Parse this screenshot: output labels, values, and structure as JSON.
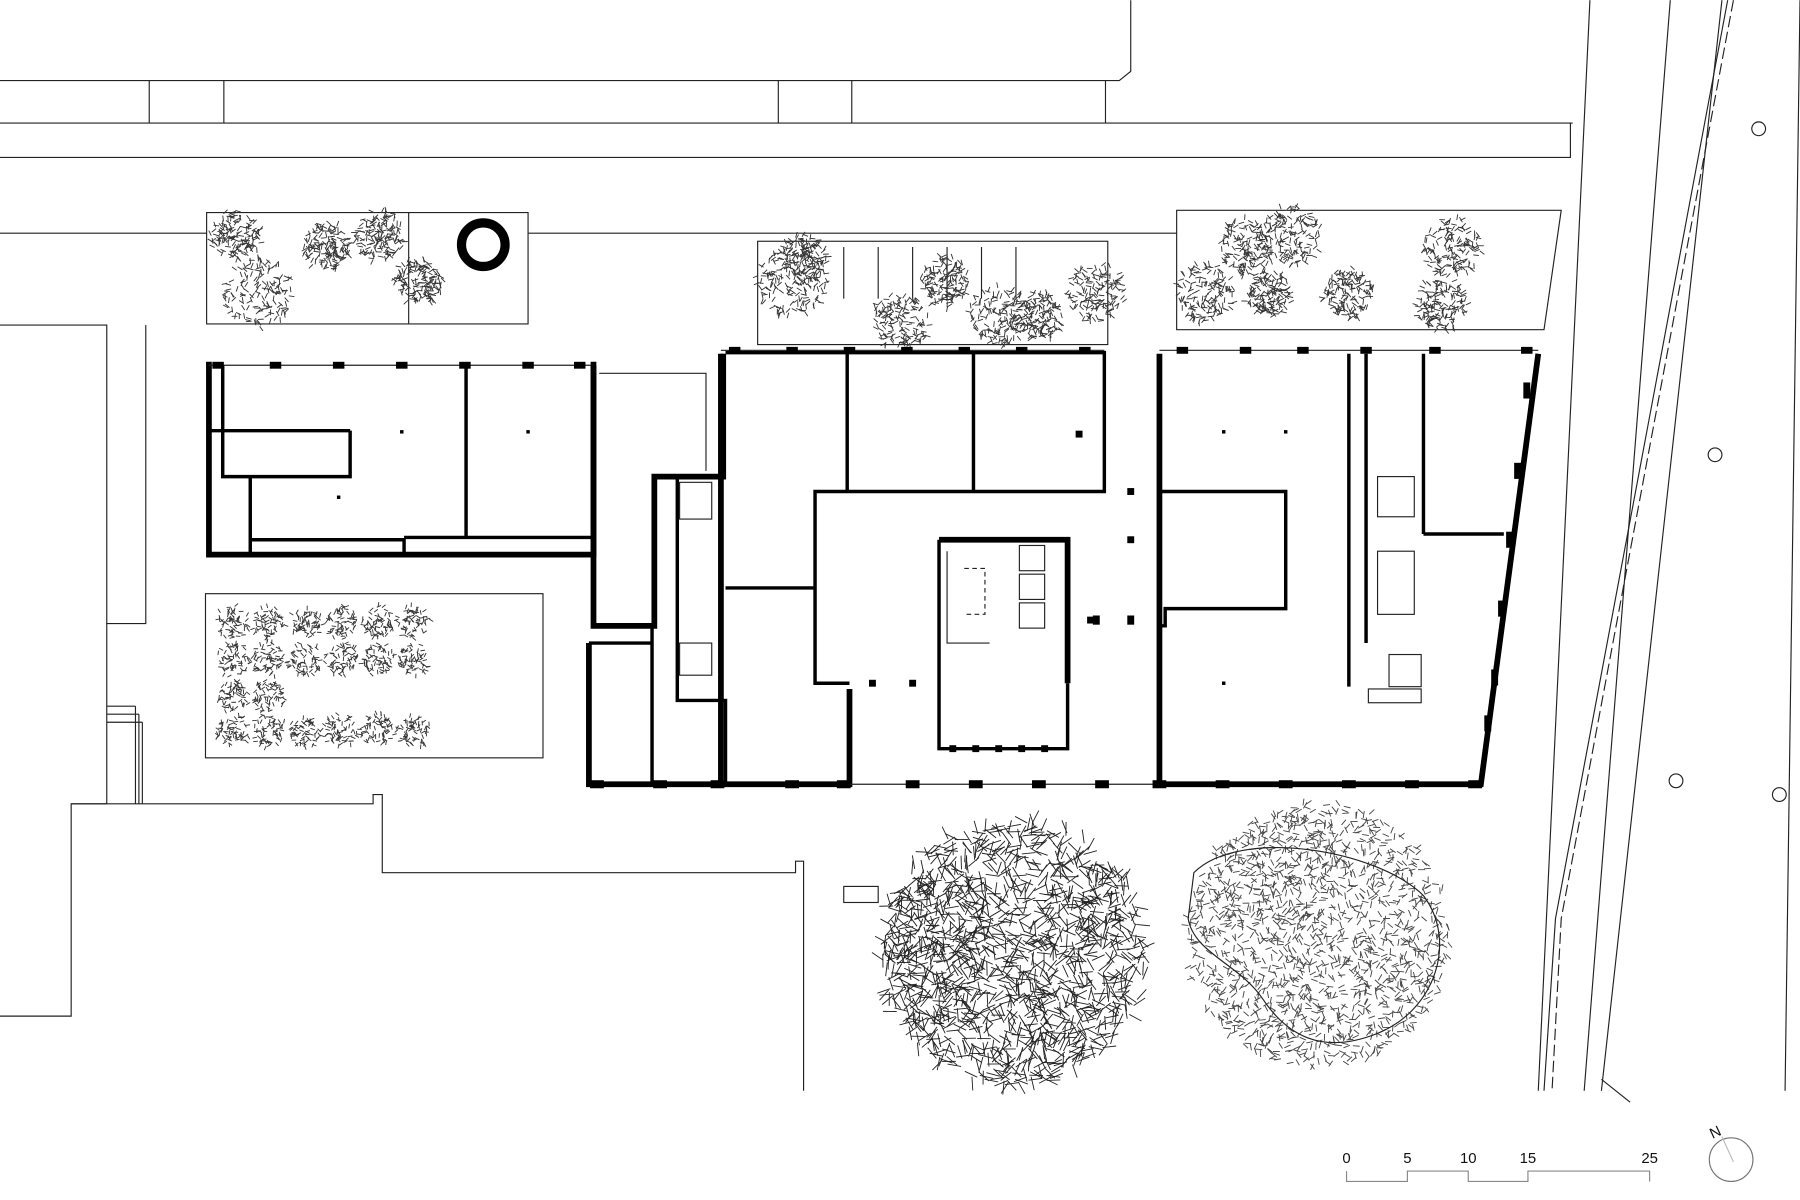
{
  "plan": {
    "scale_bar": {
      "labels": [
        "0",
        "5",
        "10",
        "15",
        "25"
      ],
      "values_m": [
        0,
        5,
        10,
        15,
        25
      ]
    },
    "north_arrow": {
      "label": "N"
    }
  }
}
